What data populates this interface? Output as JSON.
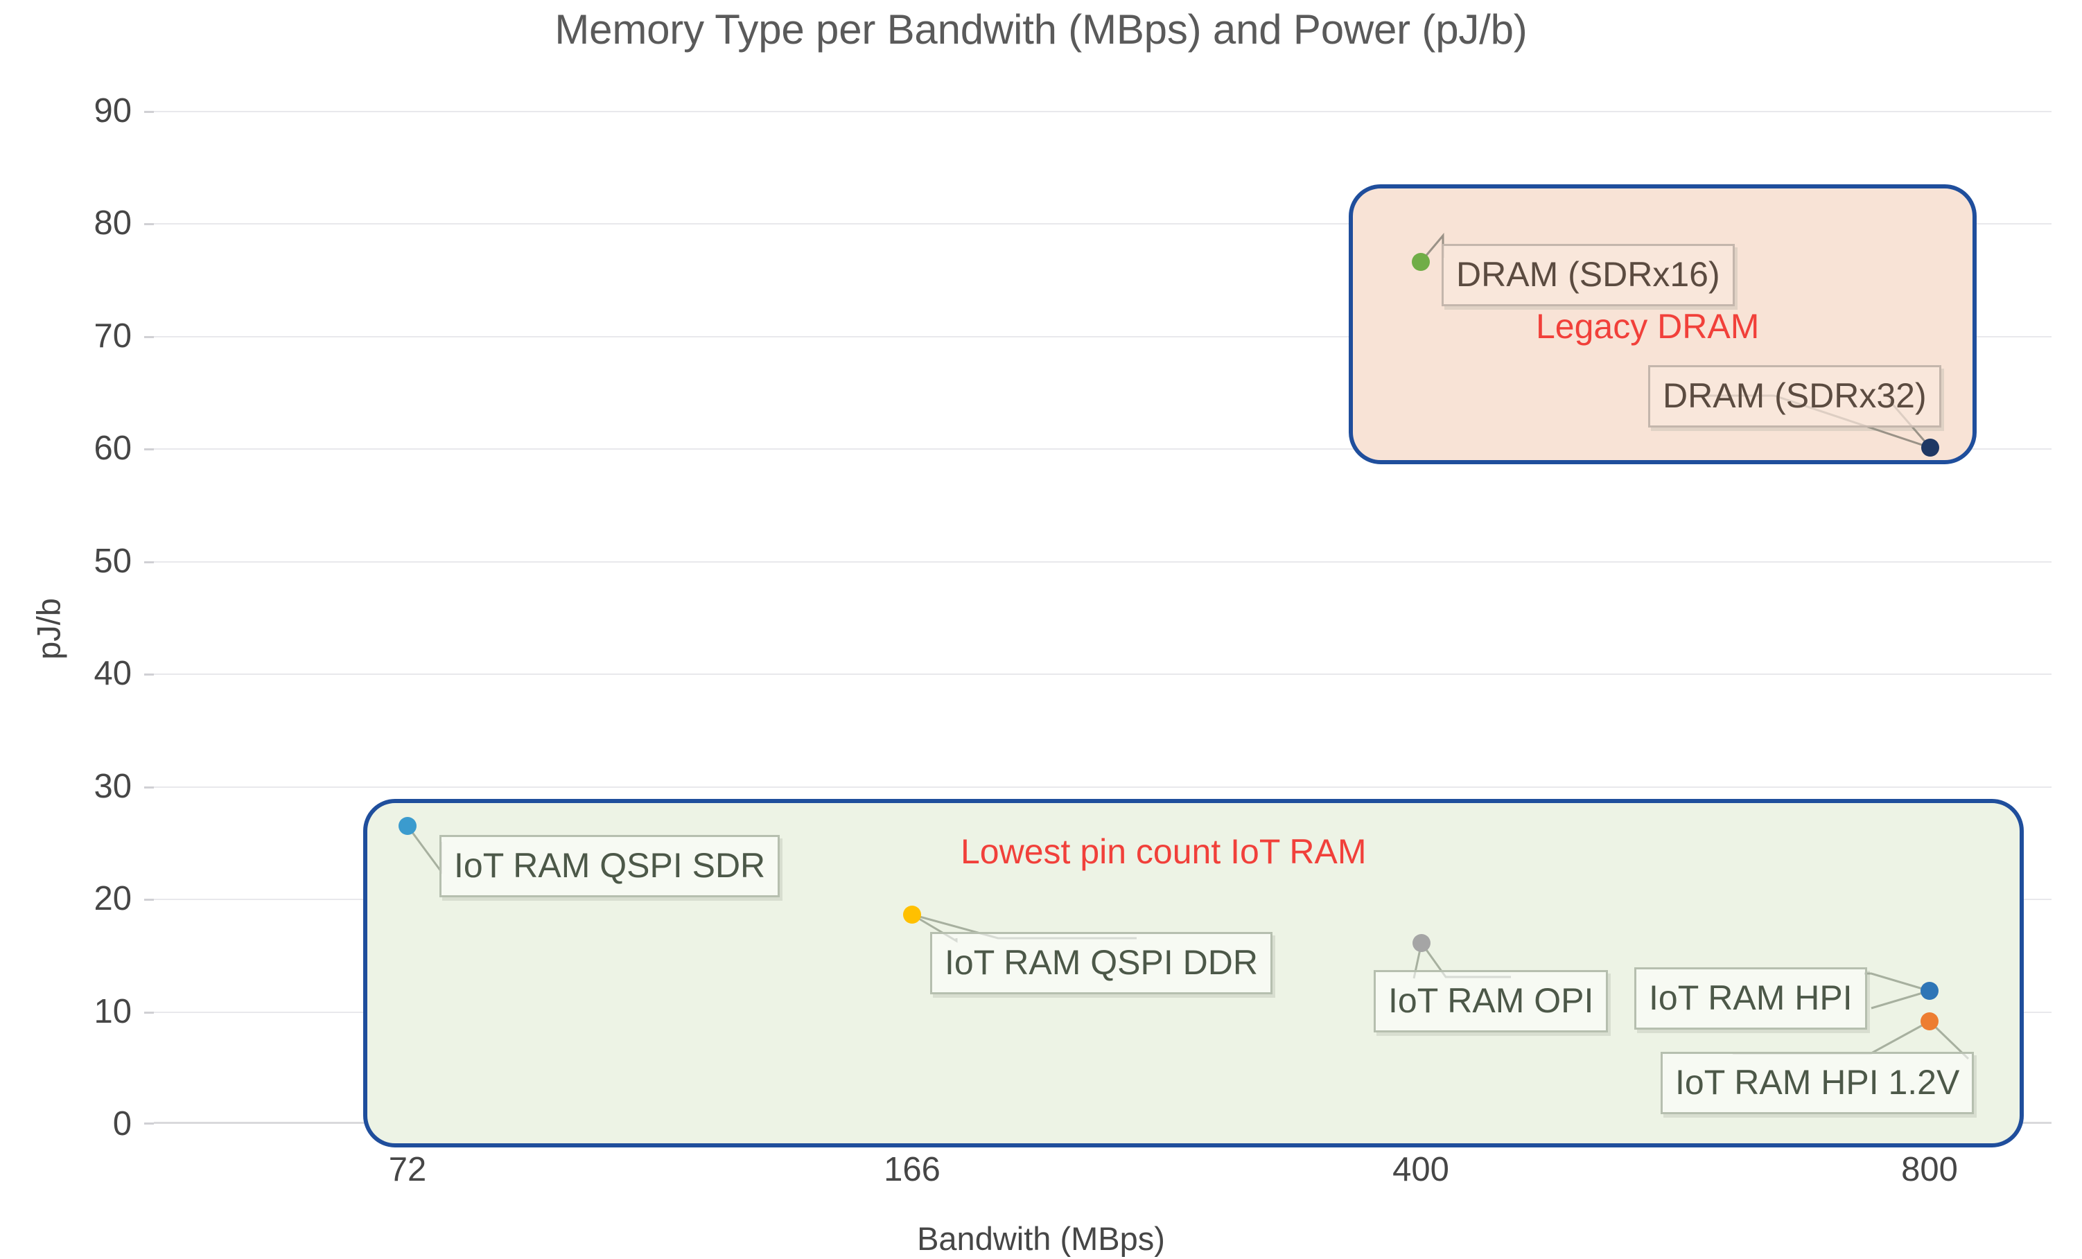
{
  "chart_data": {
    "type": "scatter",
    "title": "Memory Type per Bandwith (MBps) and Power (pJ/b)",
    "xlabel": "Bandwith (MBps)",
    "ylabel": "pJ/b",
    "categories": [
      "72",
      "166",
      "400",
      "800"
    ],
    "x_tick_labels": [
      "72",
      "166",
      "400",
      "800"
    ],
    "y_tick_labels": [
      "90",
      "80",
      "70",
      "60",
      "50",
      "40",
      "30",
      "20",
      "10",
      "0"
    ],
    "ylim": [
      0,
      90
    ],
    "y_step": 10,
    "grid": true,
    "legend": "none",
    "points": [
      {
        "label": "IoT RAM QSPI SDR",
        "x_category": "72",
        "x": 72,
        "y": 26.8,
        "color": "#3B9BCE"
      },
      {
        "label": "IoT RAM QSPI DDR",
        "x_category": "166",
        "x": 166,
        "y": 18.6,
        "color": "#FFC000"
      },
      {
        "label": "IoT RAM OPI",
        "x_category": "400",
        "x": 400,
        "y": 16.1,
        "color": "#A5A5A5"
      },
      {
        "label": "IoT RAM HPI",
        "x_category": "800",
        "x": 800,
        "y": 11.8,
        "color": "#2E75B6"
      },
      {
        "label": "IoT RAM HPI 1.2V",
        "x_category": "800",
        "x": 800,
        "y": 9.2,
        "color": "#ED7D31"
      },
      {
        "label": "DRAM (SDRx16)",
        "x_category": "400",
        "x": 400,
        "y": 78.0,
        "color": "#70AD47"
      },
      {
        "label": "DRAM (SDRx32)",
        "x_category": "800",
        "x": 800,
        "y": 60.2,
        "color": "#1F3864"
      }
    ],
    "annotations": [
      {
        "text": "Legacy DRAM",
        "color": "#F1403A",
        "group": "legacy-dram-group"
      },
      {
        "text": "Lowest pin count IoT RAM",
        "color": "#F1403A",
        "group": "iot-ram-group"
      }
    ],
    "groups": [
      {
        "name": "Legacy DRAM",
        "fill": "#F8E3D6",
        "border": "#1F4E9C",
        "members": [
          "DRAM (SDRx16)",
          "DRAM (SDRx32)"
        ]
      },
      {
        "name": "Lowest pin count IoT RAM",
        "fill": "#EDF3E5",
        "border": "#1F4E9C",
        "members": [
          "IoT RAM QSPI SDR",
          "IoT RAM QSPI DDR",
          "IoT RAM OPI",
          "IoT RAM HPI",
          "IoT RAM HPI 1.2V"
        ]
      }
    ]
  },
  "title": "Memory Type per Bandwith (MBps) and Power (pJ/b)",
  "axes": {
    "y_title": "pJ/b",
    "x_title": "Bandwith (MBps)",
    "y_ticks": [
      "90",
      "80",
      "70",
      "60",
      "50",
      "40",
      "30",
      "20",
      "10",
      "0"
    ],
    "x_ticks": [
      "72",
      "166",
      "400",
      "800"
    ]
  },
  "labels": {
    "dram_sdrx16": "DRAM (SDRx16)",
    "dram_sdrx32": "DRAM (SDRx32)",
    "iot_qspi_sdr": "IoT RAM QSPI SDR",
    "iot_qspi_ddr": "IoT RAM QSPI DDR",
    "iot_opi": "IoT RAM OPI",
    "iot_hpi": "IoT RAM HPI",
    "iot_hpi_12v": "IoT RAM HPI 1.2V"
  },
  "notes": {
    "legacy_dram": "Legacy DRAM",
    "lowest_pin_count": "Lowest pin count IoT RAM"
  },
  "colors": {
    "legacy_box_fill": "#F8E3D6",
    "iot_box_fill": "#EDF3E5",
    "box_border": "#1F4E9C",
    "note_red": "#F1403A",
    "marker_qspi_sdr": "#3B9BCE",
    "marker_qspi_ddr": "#FFC000",
    "marker_opi": "#A5A5A5",
    "marker_hpi": "#2E75B6",
    "marker_hpi_12v": "#ED7D31",
    "marker_sdrx16": "#70AD47",
    "marker_sdrx32": "#1F3864"
  }
}
